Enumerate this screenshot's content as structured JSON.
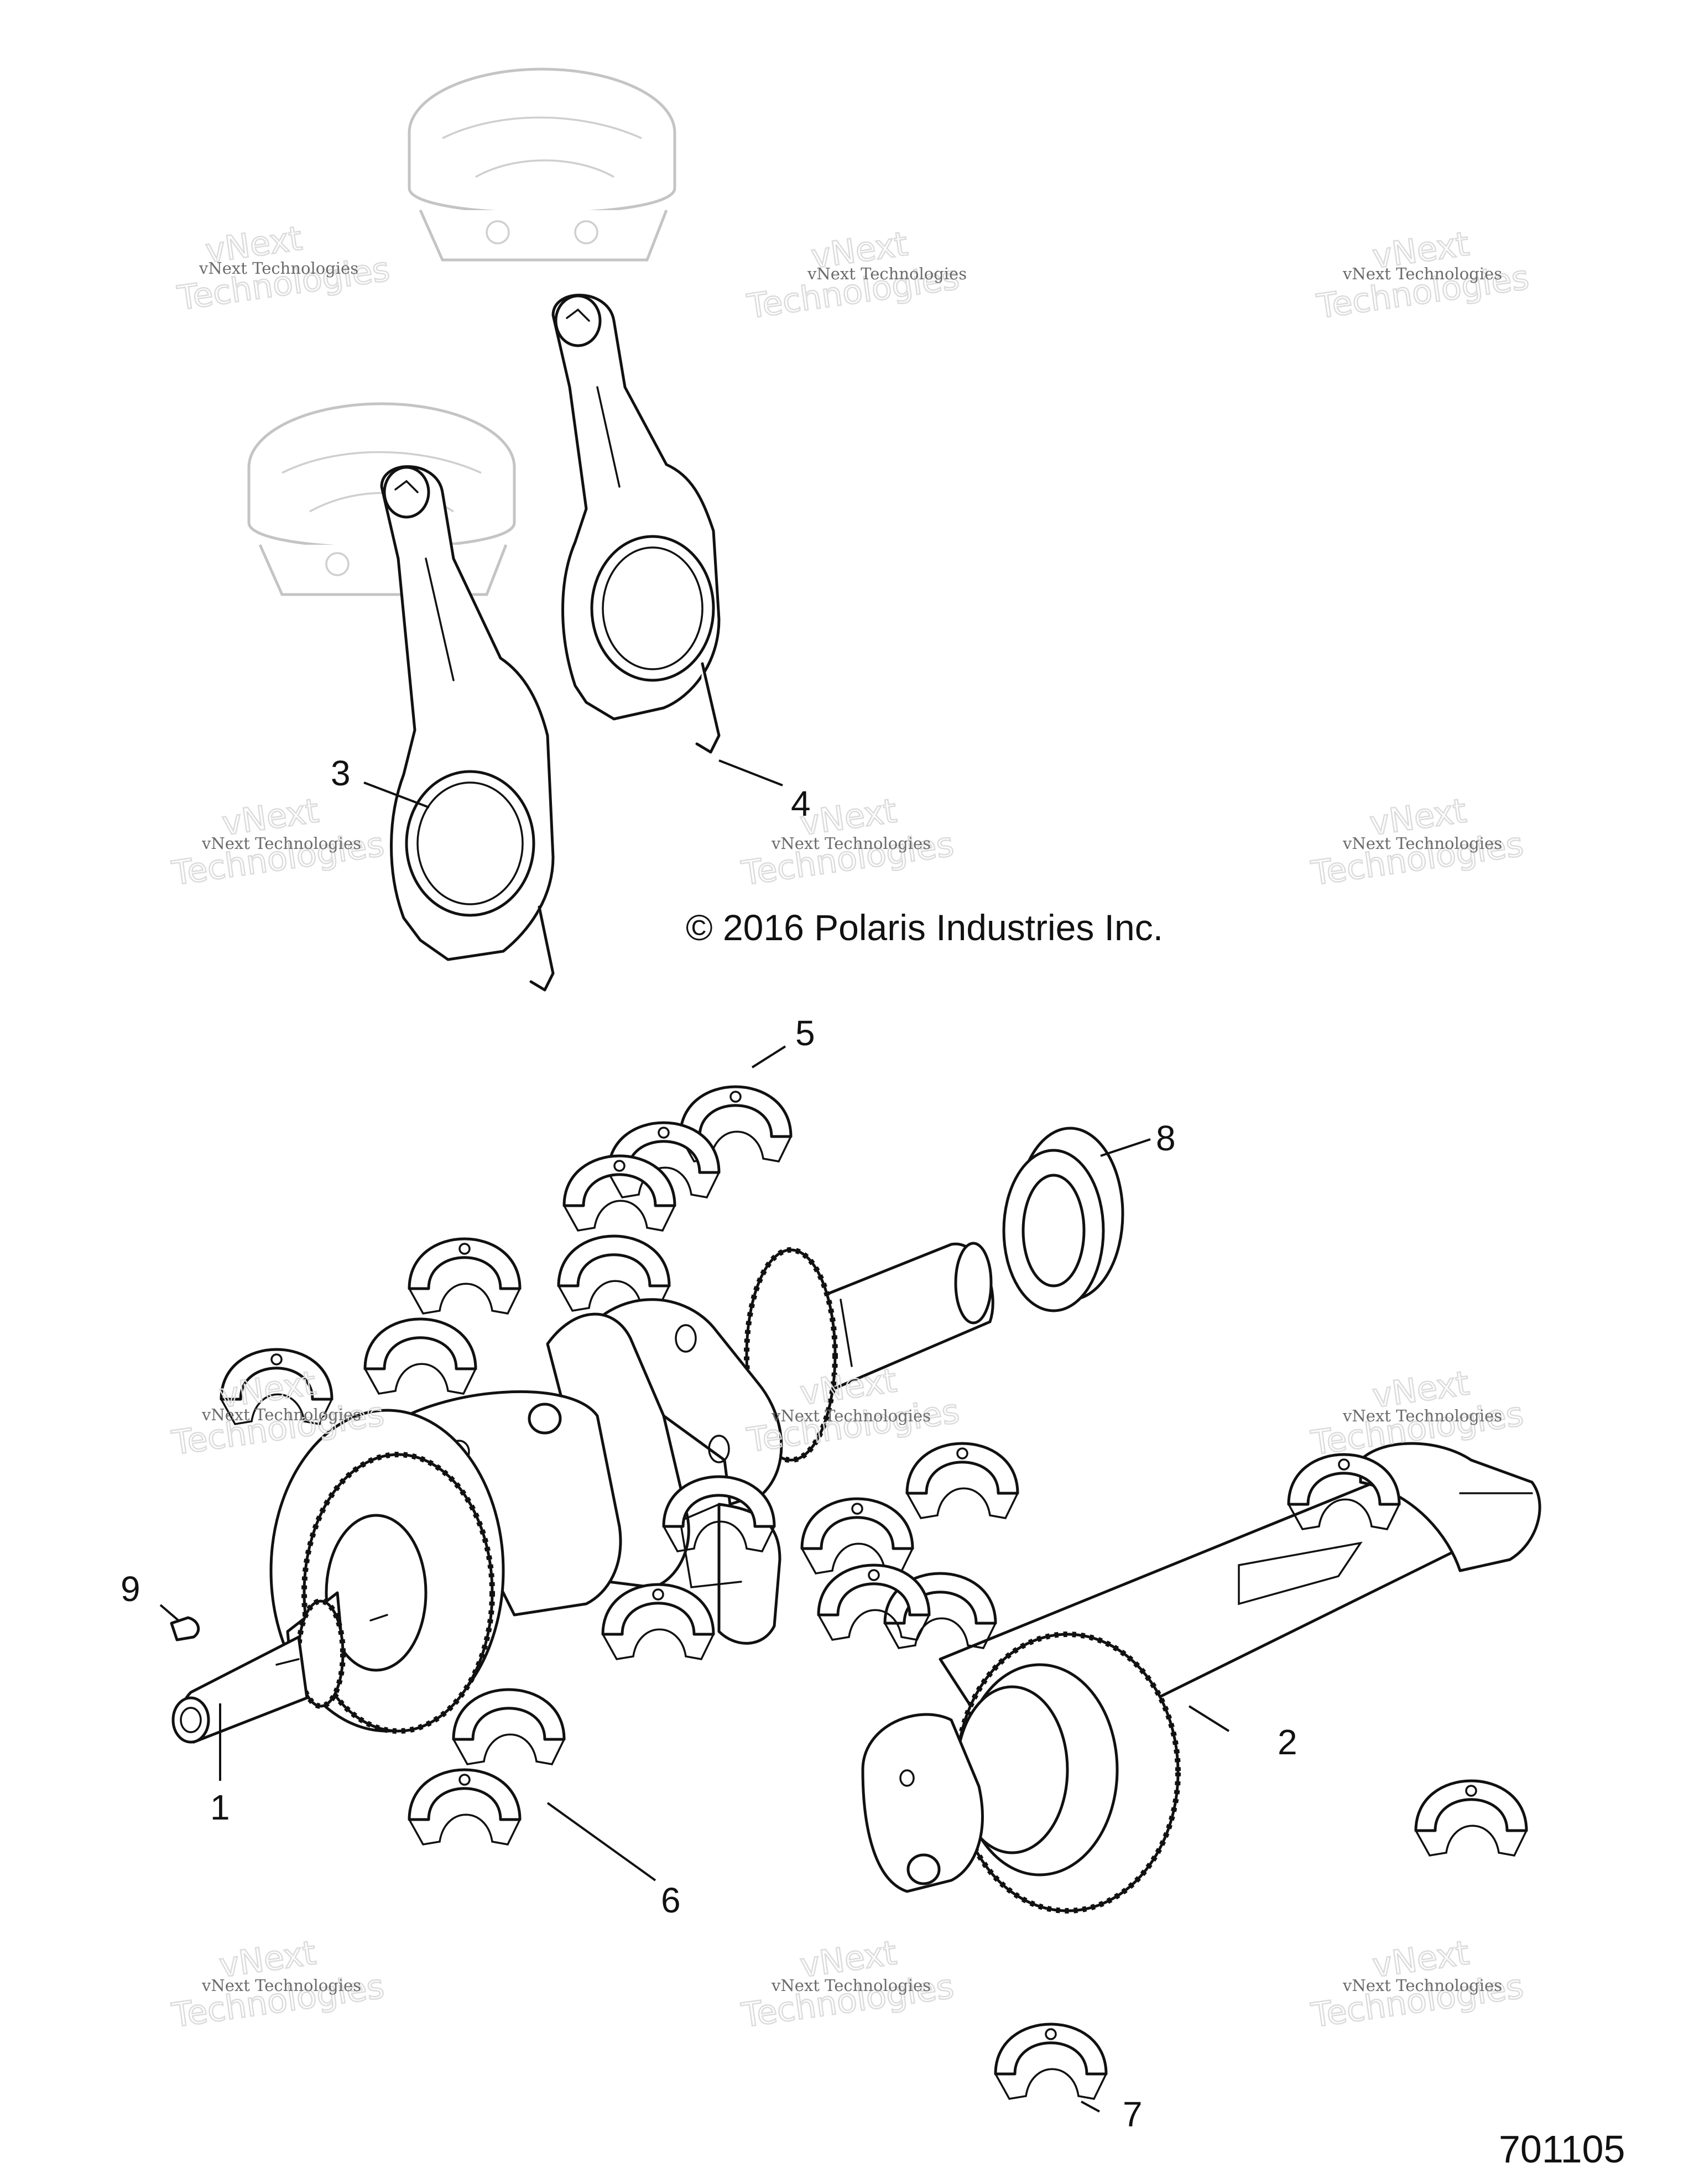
{
  "diagram": {
    "copyright": "© 2016 Polaris Industries Inc.",
    "drawing_number": "701105",
    "watermark": {
      "line1": "vNext Technologies",
      "line2": "Technologies",
      "accent": "vNext"
    },
    "callouts": {
      "c1": "1",
      "c2": "2",
      "c3": "3",
      "c4": "4",
      "c5": "5",
      "c6": "6",
      "c7": "7",
      "c8": "8",
      "c9": "9"
    },
    "colors": {
      "line": "#111111",
      "ghost_part": "#c4c4c4",
      "watermark": "#dcdcdc"
    }
  }
}
